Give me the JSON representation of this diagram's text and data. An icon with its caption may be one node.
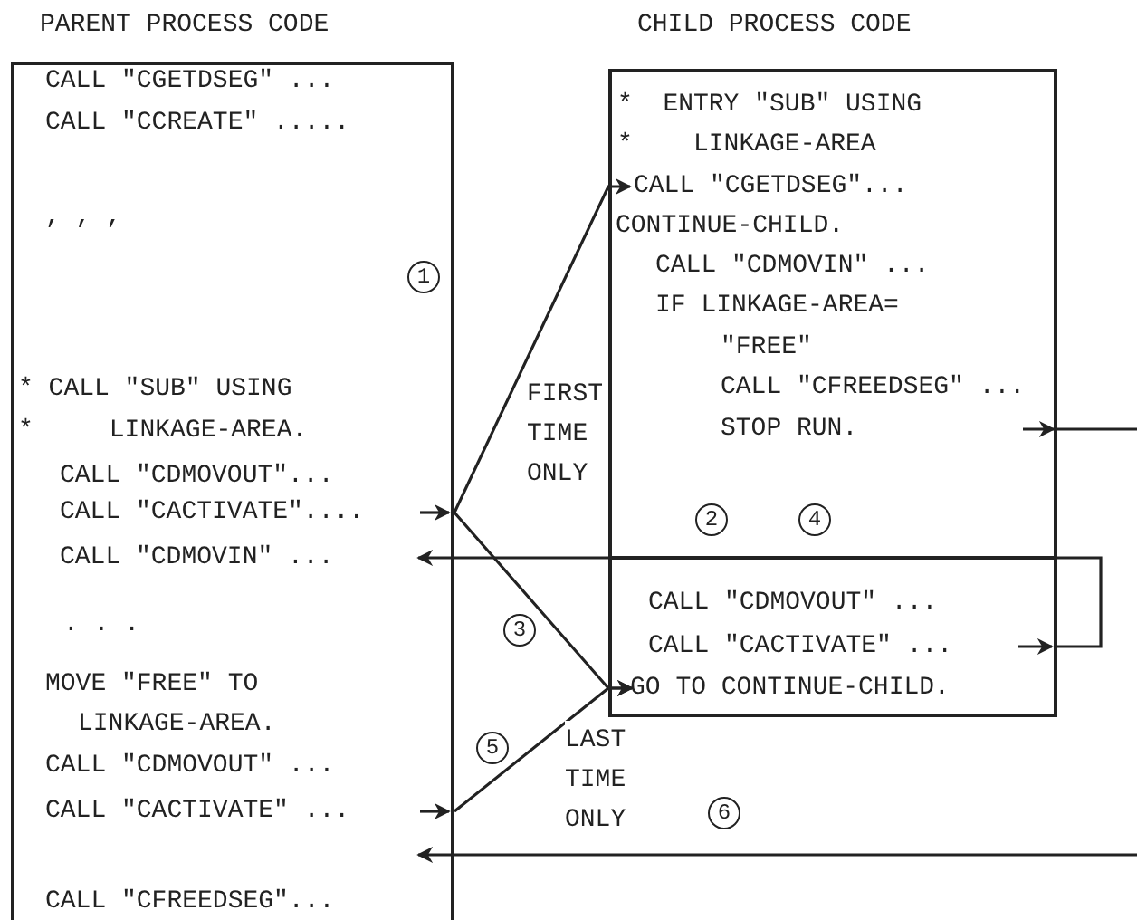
{
  "diagram": {
    "nodes": [
      {
        "text": [
          "PARENT PROCESS CODE",
          "CALL \"CGETDSEG\" ...",
          "CALL \"CCREATE\" .....",
          ", , ,",
          "* CALL \"SUB\" USING",
          "*     LINKAGE-AREA.",
          "CALL \"CDMOVOUT\"...",
          "CALL \"CACTIVATE\"....",
          "CALL \"CDMOVIN\" ...",
          ". . .",
          "MOVE \"FREE\" TO",
          "LINKAGE-AREA.",
          "CALL \"CDMOVOUT\" ...",
          "CALL \"CACTIVATE\" ...",
          "CALL \"CFREEDSEG\"..."
        ]
      },
      {
        "text": [
          "CHILD PROCESS CODE",
          "*  ENTRY \"SUB\" USING",
          "*    LINKAGE-AREA",
          "CALL \"CGETDSEG\"...",
          "CONTINUE-CHILD.",
          "CALL \"CDMOVIN\" ...",
          "IF LINKAGE-AREA=",
          "\"FREE\"",
          "CALL \"CFREEDSEG\" ...",
          "STOP RUN."
        ]
      },
      {
        "text": [
          "CALL \"CDMOVOUT\" ...",
          "CALL \"CACTIVATE\" ...",
          "GO TO CONTINUE-CHILD."
        ],
        "in": 1
      }
    ],
    "edges": [
      {
        "from": 0,
        "to": 1,
        "arrow": "to",
        "label": "FIRST TIME ONLY"
      },
      {
        "from": 0,
        "to": 2,
        "arrow": "to"
      },
      {
        "from": 0,
        "to": 2,
        "arrow": "to",
        "label": "LAST TIME ONLY"
      },
      {
        "from": 2,
        "to": 0,
        "arrow": "to"
      },
      {
        "from": 1,
        "to": null,
        "arrow": "none"
      },
      {
        "from": null,
        "to": 0,
        "arrow": "to"
      }
    ],
    "labels": [
      "1",
      "2",
      "4",
      "3",
      "5",
      "6"
    ]
  }
}
